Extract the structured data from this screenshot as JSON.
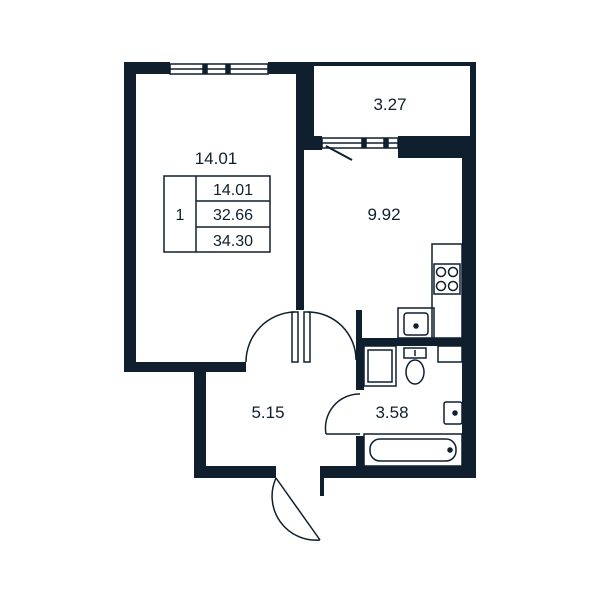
{
  "colors": {
    "wall": "#0f1f2e",
    "line": "#0f1f2e",
    "background": "#ffffff"
  },
  "rooms": {
    "living_room": {
      "area": "14.01"
    },
    "balcony": {
      "area": "3.27"
    },
    "kitchen": {
      "area": "9.92"
    },
    "hallway": {
      "area": "5.15"
    },
    "bathroom": {
      "area": "3.58"
    }
  },
  "summary_table": {
    "room_count": "1",
    "living_area": "14.01",
    "total_area": "32.66",
    "total_area_with_balcony": "34.30"
  },
  "fixtures": [
    "window-icon",
    "stove-icon",
    "sink-icon",
    "toilet-icon",
    "washbasin-icon",
    "bathtub-icon",
    "washing-machine-icon"
  ]
}
